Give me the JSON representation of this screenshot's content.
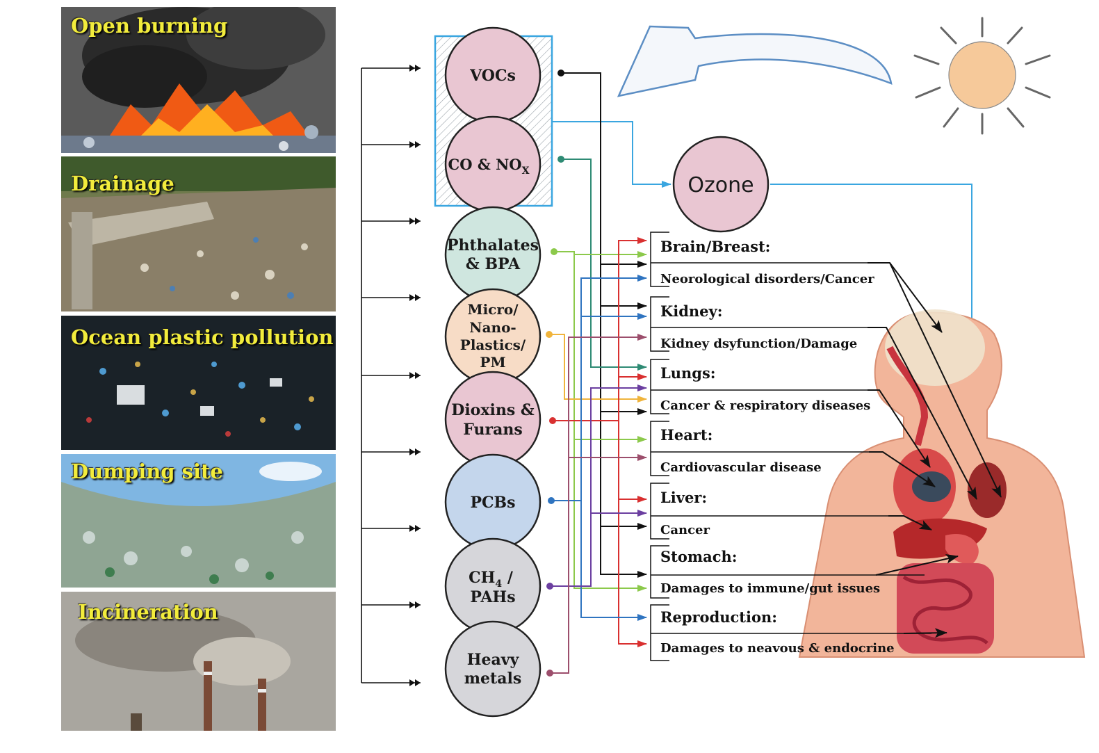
{
  "sources": [
    {
      "label": "Open burning"
    },
    {
      "label": "Drainage"
    },
    {
      "label": "Ocean plastic pollution"
    },
    {
      "label": "Dumping site"
    },
    {
      "label": "Incineration"
    }
  ],
  "pollutants": {
    "vocs": "VOCs",
    "co_nox_main": "CO & NO",
    "co_nox_sub": "X",
    "phthalates_1": "Phthalates",
    "phthalates_2": "& BPA",
    "micro_1": "Micro/",
    "micro_2": "Nano-",
    "micro_3": "Plastics/",
    "micro_4": "PM",
    "dioxins_1": "Dioxins &",
    "dioxins_2": "Furans",
    "pcbs": "PCBs",
    "ch4_main": "CH",
    "ch4_sub": "4",
    "ch4_tail": " /",
    "pahs": "PAHs",
    "heavy_1": "Heavy",
    "heavy_2": "metals"
  },
  "ozone": "Ozone",
  "organs": [
    {
      "heading": "Brain/Breast:",
      "effect": "Neorological disorders/Cancer"
    },
    {
      "heading": "Kidney:",
      "effect": "Kidney dsyfunction/Damage"
    },
    {
      "heading": "Lungs:",
      "effect": "Cancer & respiratory diseases"
    },
    {
      "heading": "Heart:",
      "effect": "Cardiovascular disease"
    },
    {
      "heading": "Liver:",
      "effect": "Cancer"
    },
    {
      "heading": "Stomach:",
      "effect": "Damages to immune/gut issues"
    },
    {
      "heading": "Reproduction:",
      "effect": "Damages to neavous & endocrine"
    }
  ],
  "colors": {
    "vocs": "#111111",
    "co_nox": "#2e8b74",
    "phthalates": "#8cc94b",
    "micro": "#f0b43c",
    "dioxins": "#d93030",
    "pcbs": "#2f74c0",
    "ch4": "#6b3fa0",
    "heavy": "#9c4e6c",
    "ozone_line": "#3aa6e0"
  }
}
